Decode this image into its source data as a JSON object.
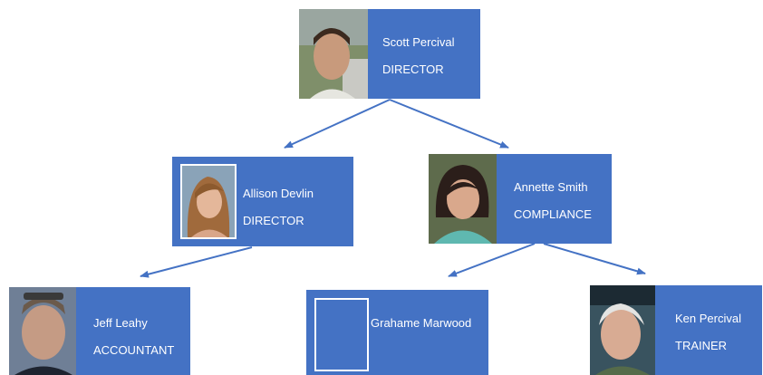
{
  "colors": {
    "node_fill": "#4472c4",
    "node_text": "#ffffff",
    "connector": "#4472c4"
  },
  "org_chart": {
    "nodes": [
      {
        "id": "scott",
        "name": "Scott Percival",
        "title": "DIRECTOR",
        "photo": "portrait-photo"
      },
      {
        "id": "allison",
        "name": "Allison Devlin",
        "title": "DIRECTOR",
        "photo": "portrait-photo"
      },
      {
        "id": "annette",
        "name": "Annette Smith",
        "title": "COMPLIANCE",
        "photo": "portrait-photo"
      },
      {
        "id": "jeff",
        "name": "Jeff Leahy",
        "title": "ACCOUNTANT",
        "photo": "portrait-photo"
      },
      {
        "id": "grahame",
        "name": "Grahame Marwood",
        "title": "",
        "photo": "empty-photo-placeholder"
      },
      {
        "id": "ken",
        "name": "Ken Percival",
        "title": "TRAINER",
        "photo": "portrait-photo"
      }
    ],
    "edges": [
      {
        "from": "scott",
        "to": "allison"
      },
      {
        "from": "scott",
        "to": "annette"
      },
      {
        "from": "allison",
        "to": "jeff"
      },
      {
        "from": "annette",
        "to": "grahame"
      },
      {
        "from": "annette",
        "to": "ken"
      }
    ]
  }
}
